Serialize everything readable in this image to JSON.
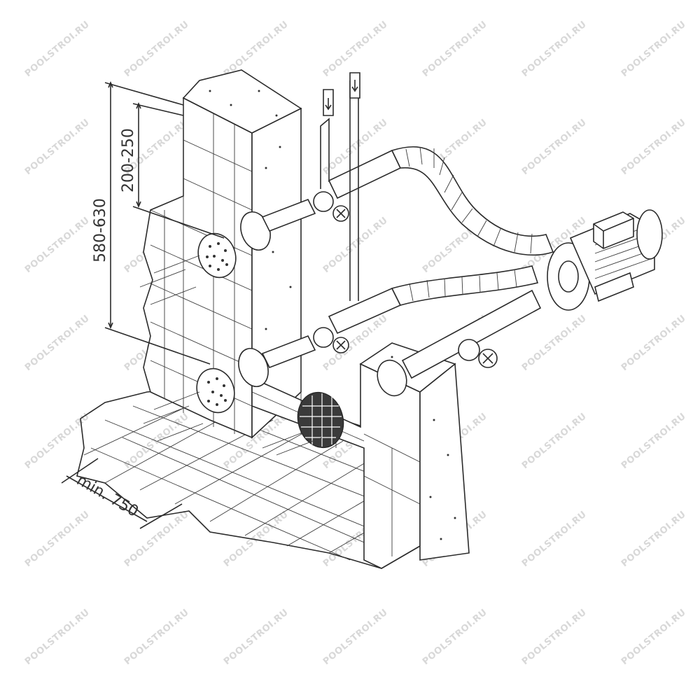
{
  "diagram": {
    "dimensions": {
      "total_height": "580-630",
      "top_offset": "200-250",
      "min_width": "min. 750"
    },
    "watermark": "POOLSTROI.RU",
    "colors": {
      "line": "#2b2b2b",
      "watermark": "#d8d8d8",
      "background": "#ffffff"
    }
  }
}
